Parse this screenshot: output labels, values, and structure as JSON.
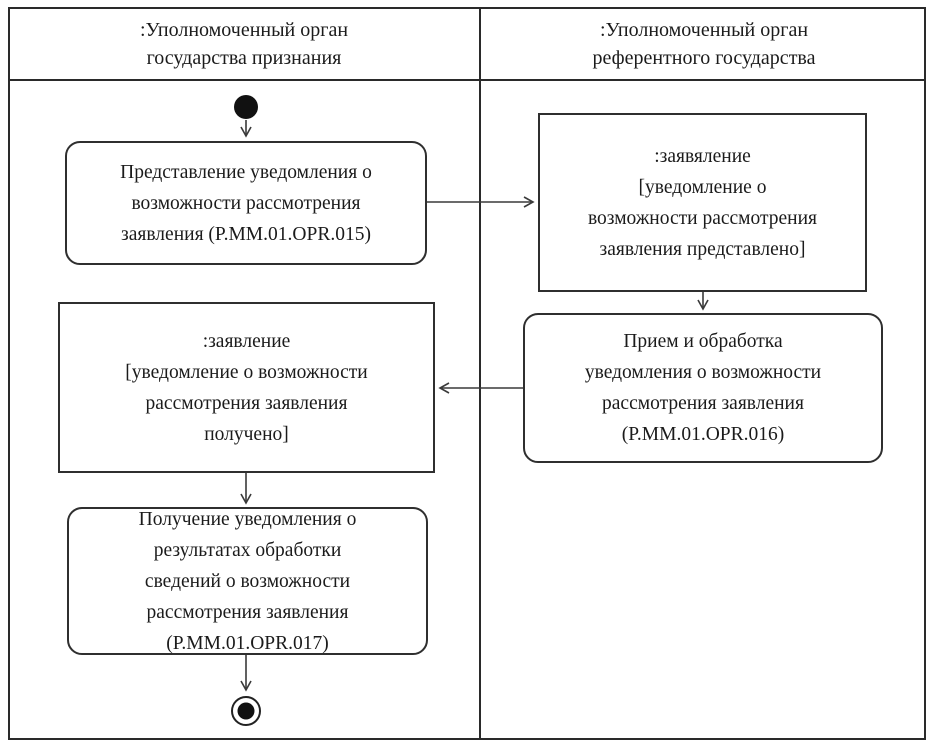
{
  "diagram": {
    "type": "uml-activity-swimlane-diagram",
    "lanes": [
      {
        "id": "recognition-state",
        "title": ":Уполномоченный орган\nгосударства признания"
      },
      {
        "id": "referent-state",
        "title": ":Уполномоченный орган\nреферентного государства"
      }
    ],
    "nodes": [
      {
        "id": "start",
        "kind": "initial",
        "lane": "recognition-state"
      },
      {
        "id": "act-opr-015",
        "kind": "action",
        "lane": "recognition-state",
        "label": "Представление уведомления о\nвозможности рассмотрения\nзаявления (P.MM.01.OPR.015)",
        "code": "P.MM.01.OPR.015"
      },
      {
        "id": "obj-zayavlenie-predstavleno",
        "kind": "object",
        "lane": "referent-state",
        "label": ":заявяление\n[уведомление о\nвозможности рассмотрения\nзаявления представлено]"
      },
      {
        "id": "act-opr-016",
        "kind": "action",
        "lane": "referent-state",
        "label": "Прием и обработка\nуведомления о возможности\nрассмотрения заявления\n(P.MM.01.OPR.016)",
        "code": "P.MM.01.OPR.016"
      },
      {
        "id": "obj-zayavlenie-polucheno",
        "kind": "object",
        "lane": "recognition-state",
        "label": ":заявление\n[уведомление о возможности\nрассмотрения заявления\nполучено]"
      },
      {
        "id": "act-opr-017",
        "kind": "action",
        "lane": "recognition-state",
        "label": "Получение уведомления о\nрезультатах обработки\nсведений о возможности\nрассмотрения заявления\n(P.MM.01.OPR.017)",
        "code": "P.MM.01.OPR.017"
      },
      {
        "id": "end",
        "kind": "final",
        "lane": "recognition-state"
      }
    ],
    "edges": [
      {
        "from": "start",
        "to": "act-opr-015"
      },
      {
        "from": "act-opr-015",
        "to": "obj-zayavlenie-predstavleno"
      },
      {
        "from": "obj-zayavlenie-predstavleno",
        "to": "act-opr-016"
      },
      {
        "from": "act-opr-016",
        "to": "obj-zayavlenie-polucheno"
      },
      {
        "from": "obj-zayavlenie-polucheno",
        "to": "act-opr-017"
      },
      {
        "from": "act-opr-017",
        "to": "end"
      }
    ]
  },
  "colors": {
    "background": "#ffffff",
    "frame_border": "#2a2a2a",
    "node_border": "#2f2f2f",
    "node_fill": "#ffffff",
    "connector_line": "#3a3a3a",
    "text": "#1b1b1b",
    "start_final_fill": "#111111"
  }
}
